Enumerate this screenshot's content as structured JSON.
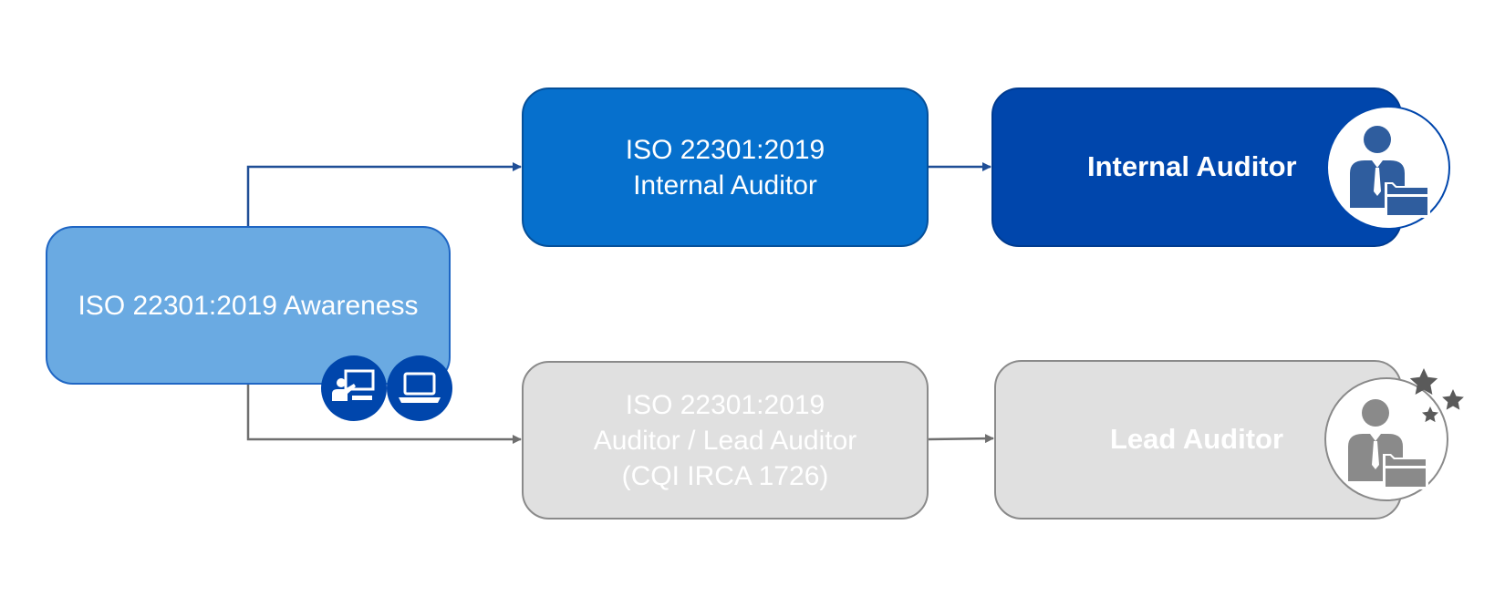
{
  "awareness": {
    "label": "ISO 22301:2019 Awareness"
  },
  "internal_course": {
    "line1": "ISO 22301:2019",
    "line2": "Internal Auditor"
  },
  "internal_role": {
    "label": "Internal Auditor"
  },
  "lead_course": {
    "line1": "ISO 22301:2019",
    "line2": "Auditor /  Lead Auditor",
    "line3": "(CQI IRCA 1726)"
  },
  "lead_role": {
    "label": "Lead Auditor"
  },
  "icons": {
    "classroom": "classroom-training-icon",
    "elearning": "laptop-icon",
    "internal_person": "auditor-person-icon",
    "lead_person": "lead-auditor-person-icon",
    "stars": "stars-icon"
  },
  "colors": {
    "awareness_fill": "#6aaae2",
    "internal_course_fill": "#0670cd",
    "internal_role_fill": "#0046ac",
    "lead_fill": "#e0e0e0",
    "internal_arrow": "#1f4e96",
    "lead_arrow": "#6f6f6f"
  }
}
